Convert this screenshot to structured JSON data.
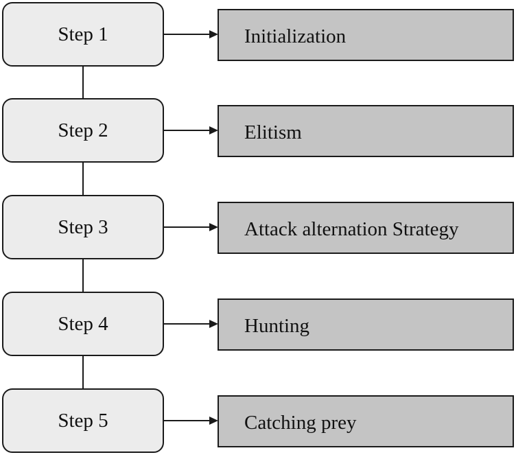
{
  "steps": [
    {
      "label": "Step 1",
      "description": "Initialization"
    },
    {
      "label": "Step 2",
      "description": "Elitism"
    },
    {
      "label": "Step 3",
      "description": "Attack alternation Strategy"
    },
    {
      "label": "Step 4",
      "description": "Hunting"
    },
    {
      "label": "Step 5",
      "description": "Catching prey"
    }
  ],
  "colors": {
    "step_fill": "#ececec",
    "description_fill": "#c4c4c4",
    "stroke": "#1a1a1a",
    "text": "#111111"
  }
}
